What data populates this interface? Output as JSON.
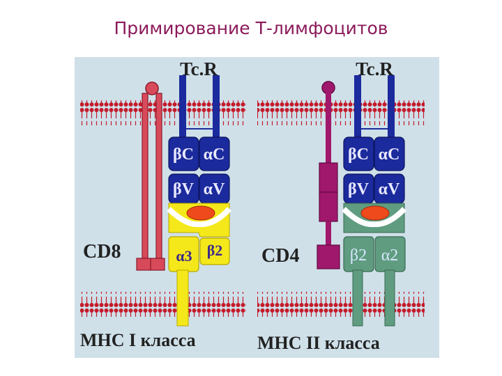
{
  "title": "Примирование Т-лимфоцитов",
  "diagram": {
    "left": {
      "receptor_label": "Tc.R",
      "domains": [
        "βC",
        "αC",
        "βV",
        "αV"
      ],
      "mhc_domains": [
        "α3",
        "β2"
      ],
      "coreceptor_label": "CD8",
      "mhc_label": "MHC I класса"
    },
    "right": {
      "receptor_label": "Tc.R",
      "domains": [
        "βC",
        "αC",
        "βV",
        "αV"
      ],
      "mhc_domains": [
        "β2",
        "α2"
      ],
      "coreceptor_label": "CD4",
      "mhc_label": "MHC II класса"
    },
    "colors": {
      "background": "#cfe0e9",
      "tcr": "#1b2a9c",
      "cd8": "#d84a5a",
      "cd4": "#a0186c",
      "mhc1": "#f5e81a",
      "mhc2": "#5f9c80",
      "peptide": "#ee4a1c",
      "membrane": "#c41a2a"
    }
  }
}
